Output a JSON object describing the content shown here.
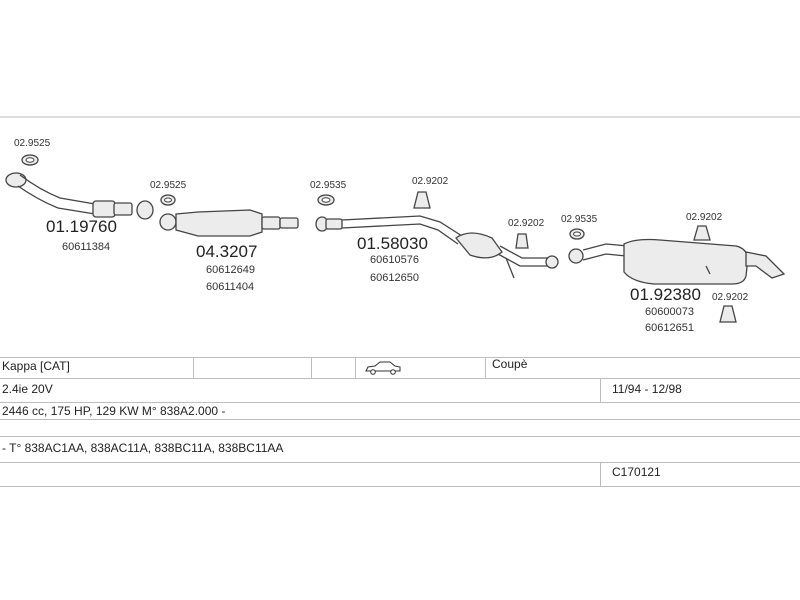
{
  "parts": [
    {
      "id": "gasket-1",
      "code": "02.9525"
    },
    {
      "id": "front-pipe",
      "code": "01.19760",
      "ref": [
        "60611384"
      ]
    },
    {
      "id": "gasket-2",
      "code": "02.9525"
    },
    {
      "id": "catalyst",
      "code": "04.3207",
      "ref": [
        "60612649",
        "60611404"
      ]
    },
    {
      "id": "gasket-3",
      "code": "02.9535"
    },
    {
      "id": "hanger-1",
      "code": "02.9202"
    },
    {
      "id": "middle-silencer",
      "code": "01.58030",
      "ref": [
        "60610576",
        "60612650"
      ]
    },
    {
      "id": "hanger-2",
      "code": "02.9202"
    },
    {
      "id": "gasket-4",
      "code": "02.9535"
    },
    {
      "id": "hanger-3",
      "code": "02.9202"
    },
    {
      "id": "rear-silencer",
      "code": "01.92380",
      "ref": [
        "60600073",
        "60612651"
      ]
    },
    {
      "id": "hanger-4",
      "code": "02.9202"
    }
  ],
  "table": {
    "model": "Kappa  [CAT]",
    "body": "Coupè",
    "engine": "2.4ie 20V",
    "years": "11/94 - 12/98",
    "specs": "2446 cc, 175 HP, 129 KW M° 838A2.000 -",
    "types": "- T° 838AC1AA, 838AC11A, 838BC11A, 838BC11AA",
    "code": "C170121"
  },
  "icons": [
    "car-icon"
  ]
}
